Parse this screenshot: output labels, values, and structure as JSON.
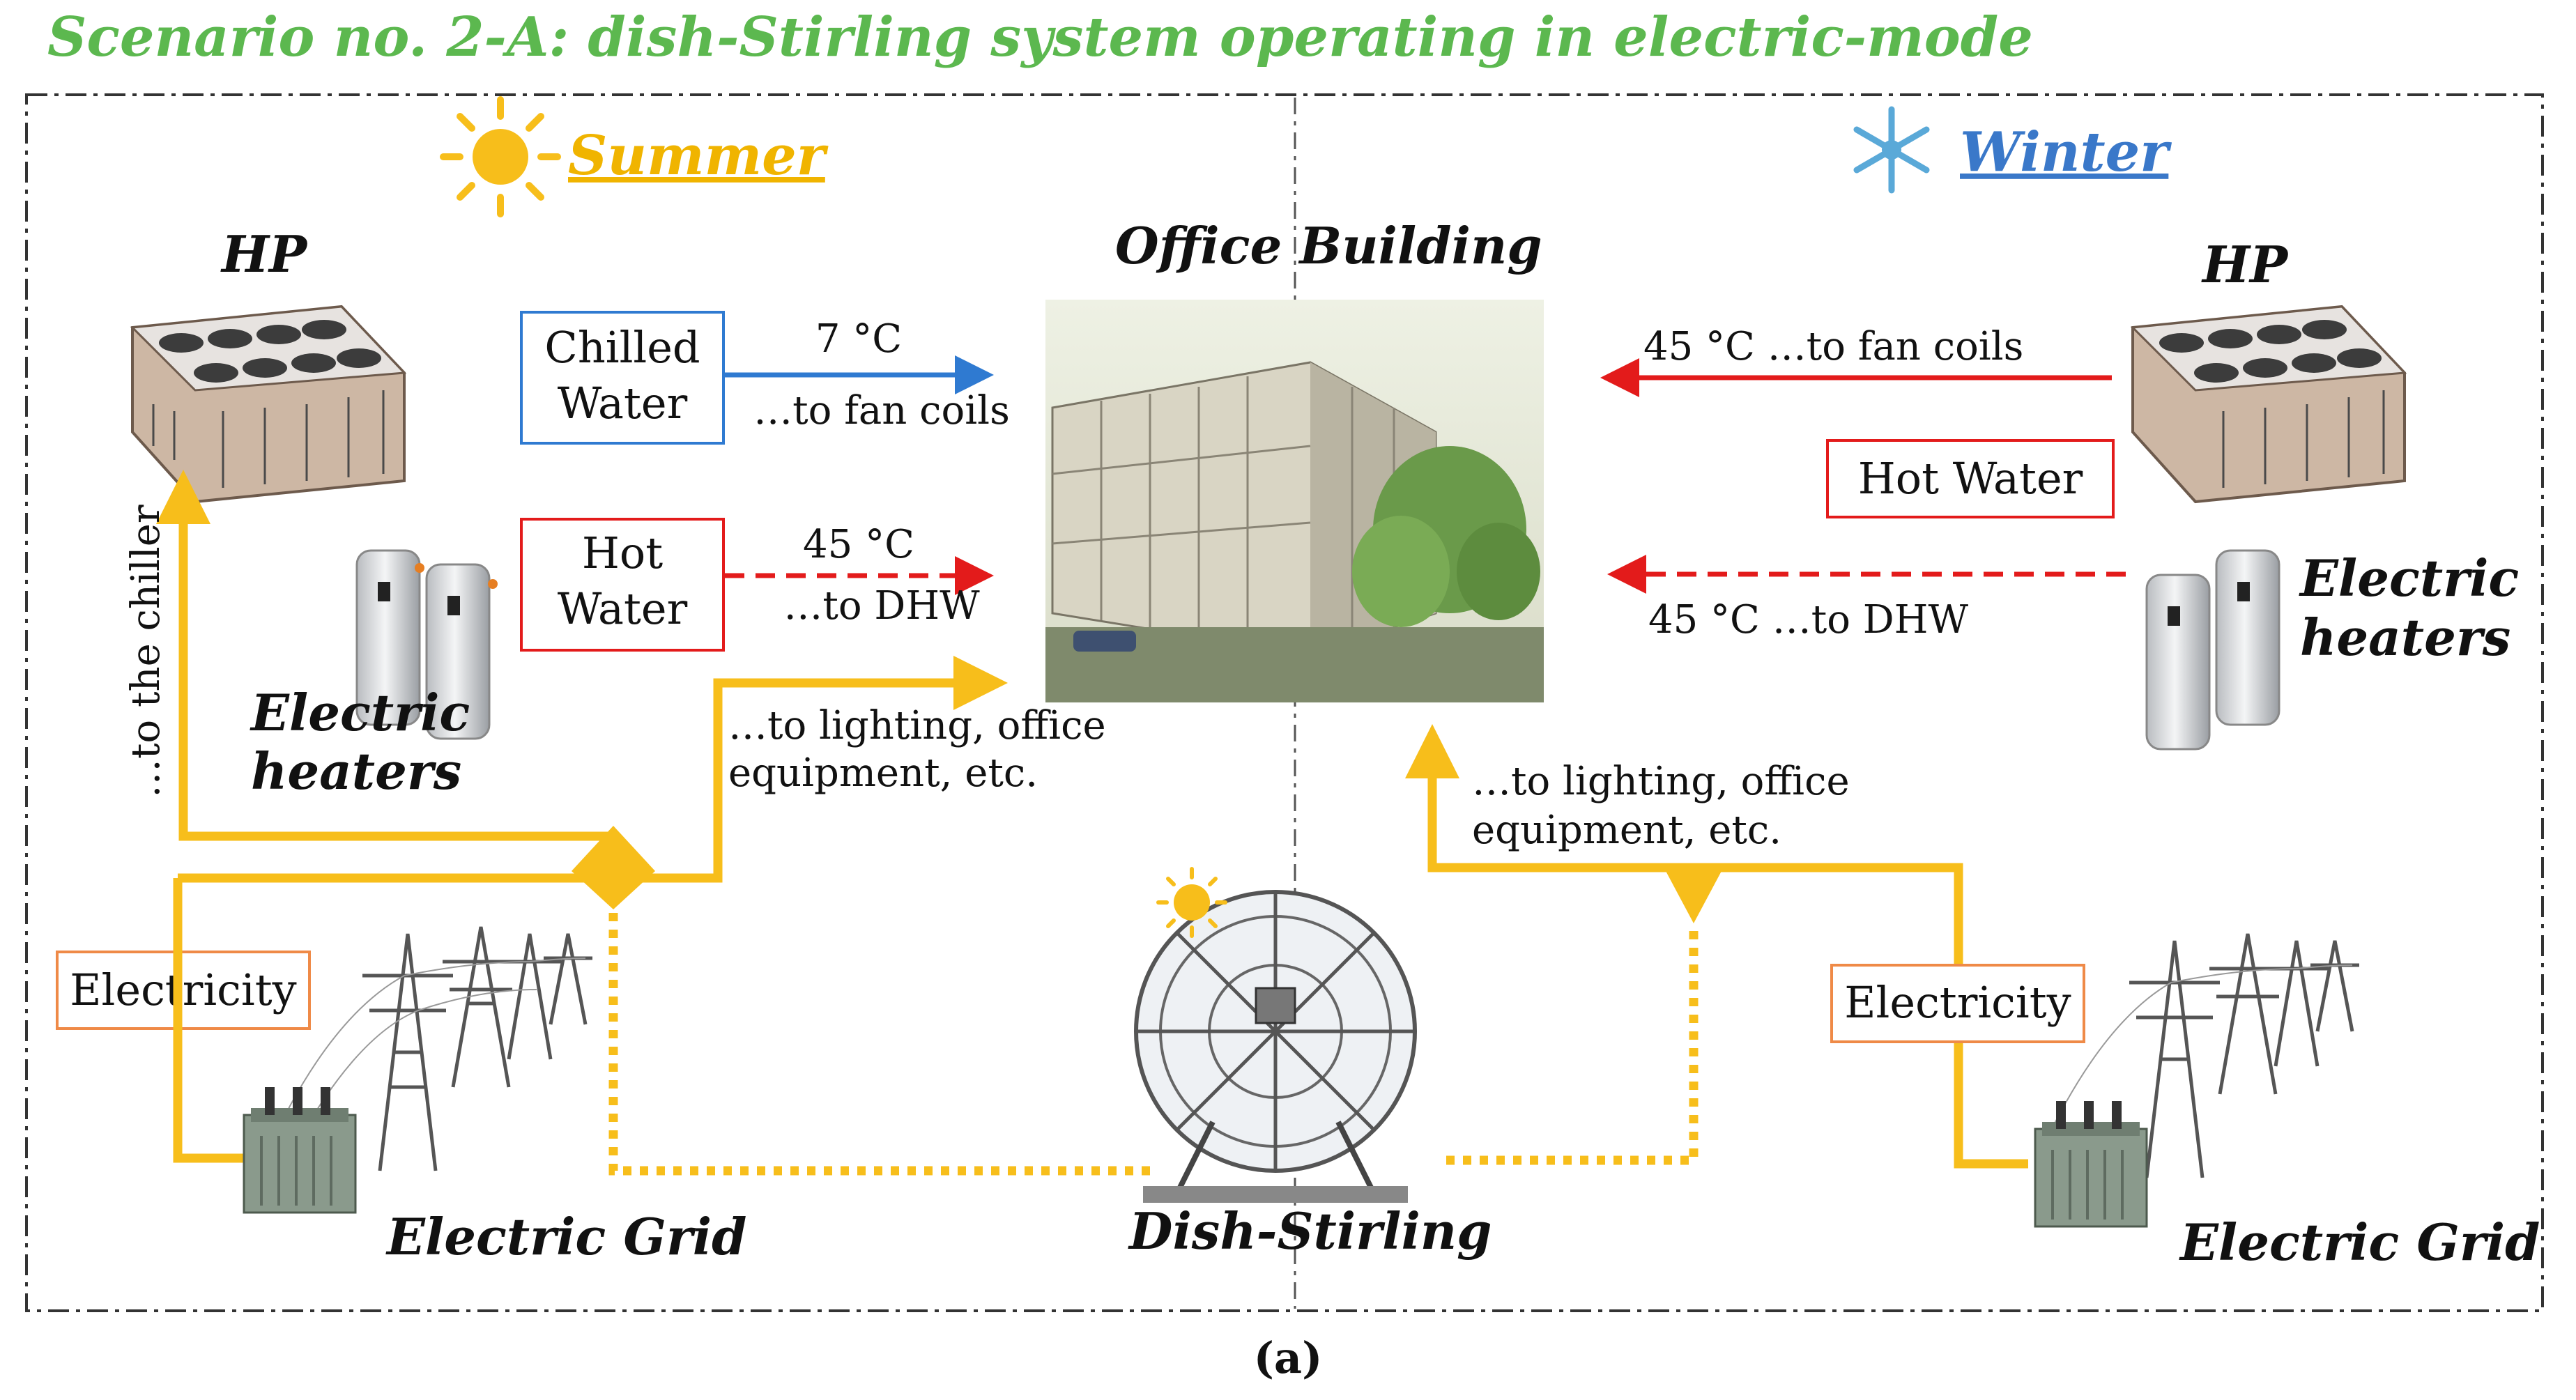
{
  "title": "Scenario no. 2-A: dish-Stirling system operating in electric-mode",
  "seasons": {
    "summer": "Summer",
    "winter": "Winter"
  },
  "labels": {
    "hp_left": "HP",
    "hp_right": "HP",
    "office": "Office Building",
    "heaters_left_1": "Electric",
    "heaters_left_2": "heaters",
    "heaters_right_1": "Electric",
    "heaters_right_2": "heaters",
    "grid_left": "Electric Grid",
    "grid_right": "Electric Grid",
    "dish": "Dish-Stirling"
  },
  "boxes": {
    "chilled_1": "Chilled",
    "chilled_2": "Water",
    "hot_left_1": "Hot",
    "hot_left_2": "Water",
    "hot_right": "Hot Water",
    "elec_left": "Electricity",
    "elec_right": "Electricity"
  },
  "flows": {
    "chilled_temp": "7 °C",
    "chilled_dest": "…to fan coils",
    "hot_left_temp": "45 °C",
    "hot_left_dest": "…to DHW",
    "light_left_1": "…to lighting, office",
    "light_left_2": "equipment, etc.",
    "chiller": "…to the chiller",
    "winter_fan": "45 °C  …to fan coils",
    "winter_dhw": "45 °C  …to DHW",
    "light_right_1": "…to lighting, office",
    "light_right_2": "equipment, etc."
  },
  "caption": "(a)",
  "colors": {
    "electric_line": "#f7be1b",
    "chilled_arrow": "#2f7ad1",
    "hot_arrow": "#e31b1b",
    "title_green": "#5cb84f",
    "box_blue": "#2f7ad1",
    "box_red": "#e31b1b",
    "box_orange": "#ef8a47"
  },
  "icons": [
    "sun-icon",
    "snowflake-icon",
    "heat-pump-icon",
    "water-heater-icon",
    "power-tower-icon",
    "transformer-icon",
    "dish-stirling-icon",
    "building-icon"
  ]
}
